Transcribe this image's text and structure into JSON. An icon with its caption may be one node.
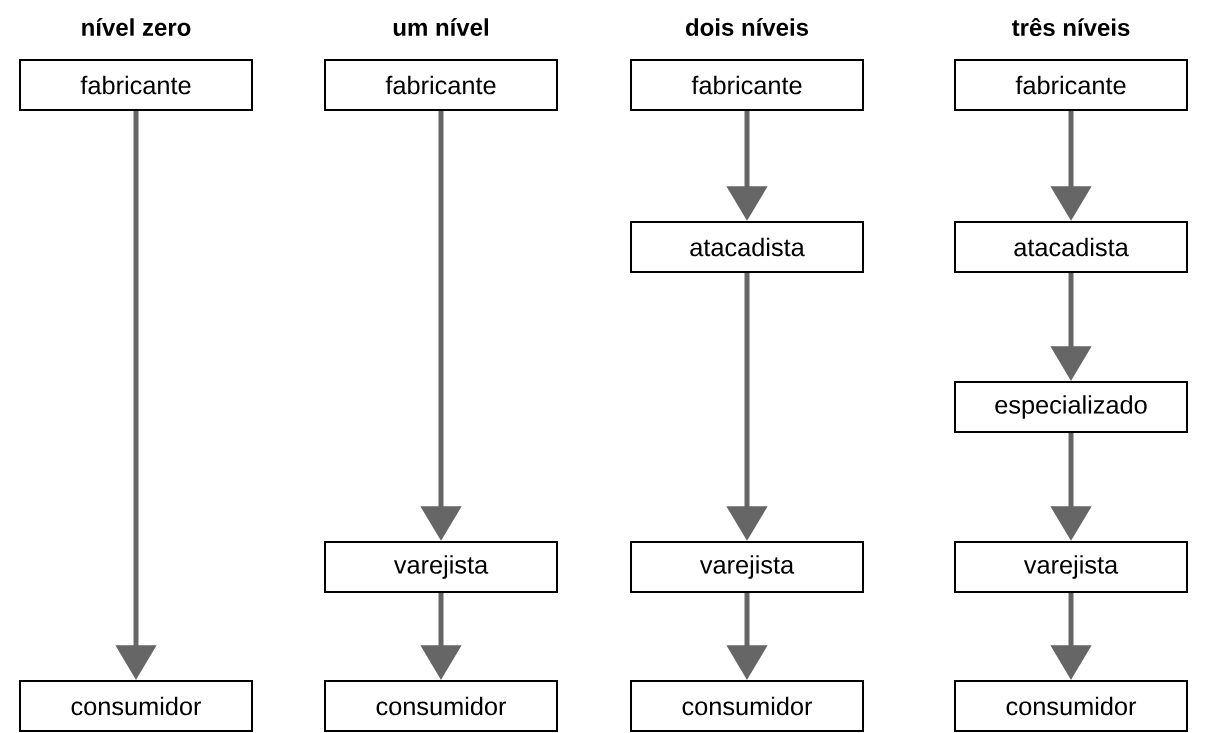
{
  "diagram": {
    "nodes": [
      {
        "text": [
          "fabricante"
        ]
      },
      {
        "text": [
          "consumidor"
        ]
      },
      {
        "text": [
          "fabricante"
        ]
      },
      {
        "text": [
          "varejista"
        ]
      },
      {
        "text": [
          "consumidor"
        ]
      },
      {
        "text": [
          "fabricante"
        ]
      },
      {
        "text": [
          "atacadista"
        ]
      },
      {
        "text": [
          "varejista"
        ]
      },
      {
        "text": [
          "consumidor"
        ]
      },
      {
        "text": [
          "fabricante"
        ]
      },
      {
        "text": [
          "atacadista"
        ]
      },
      {
        "text": [
          "especializado"
        ]
      },
      {
        "text": [
          "varejista"
        ]
      },
      {
        "text": [
          "consumidor"
        ]
      }
    ],
    "edges": [
      {
        "from": 0,
        "to": 1,
        "arrow": "to"
      },
      {
        "from": 2,
        "to": 3,
        "arrow": "to"
      },
      {
        "from": 3,
        "to": 4,
        "arrow": "to"
      },
      {
        "from": 5,
        "to": 6,
        "arrow": "to"
      },
      {
        "from": 6,
        "to": 7,
        "arrow": "to"
      },
      {
        "from": 7,
        "to": 8,
        "arrow": "to"
      },
      {
        "from": 9,
        "to": 10,
        "arrow": "to"
      },
      {
        "from": 10,
        "to": 11,
        "arrow": "to"
      },
      {
        "from": 11,
        "to": 12,
        "arrow": "to"
      },
      {
        "from": 12,
        "to": 13,
        "arrow": "to"
      }
    ],
    "labels": [
      "nível zero",
      "um nível",
      "dois níveis",
      "três níveis"
    ]
  }
}
